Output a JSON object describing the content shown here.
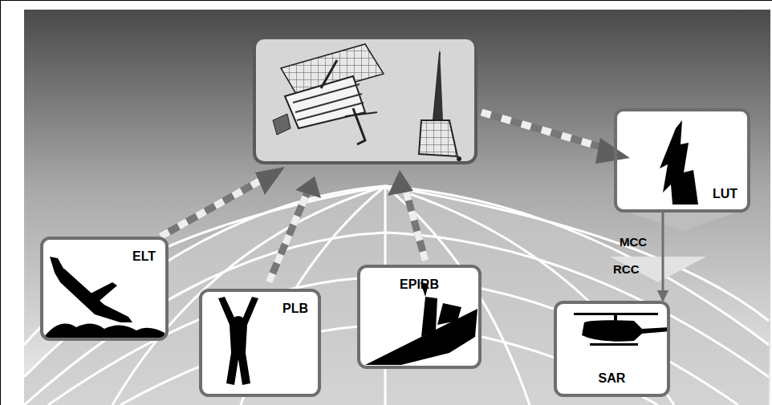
{
  "diagram": {
    "nodes": [
      {
        "text": [
          "ELT"
        ]
      },
      {
        "text": [
          "PLB"
        ]
      },
      {
        "text": [
          "EPIRB"
        ]
      },
      {
        "text": [
          "LUT"
        ]
      },
      {
        "text": [
          "SAR"
        ]
      }
    ],
    "edges": [
      {
        "from": 3,
        "to": 4,
        "arrow": "to"
      }
    ],
    "labels": [
      "MCC",
      "RCC"
    ]
  }
}
